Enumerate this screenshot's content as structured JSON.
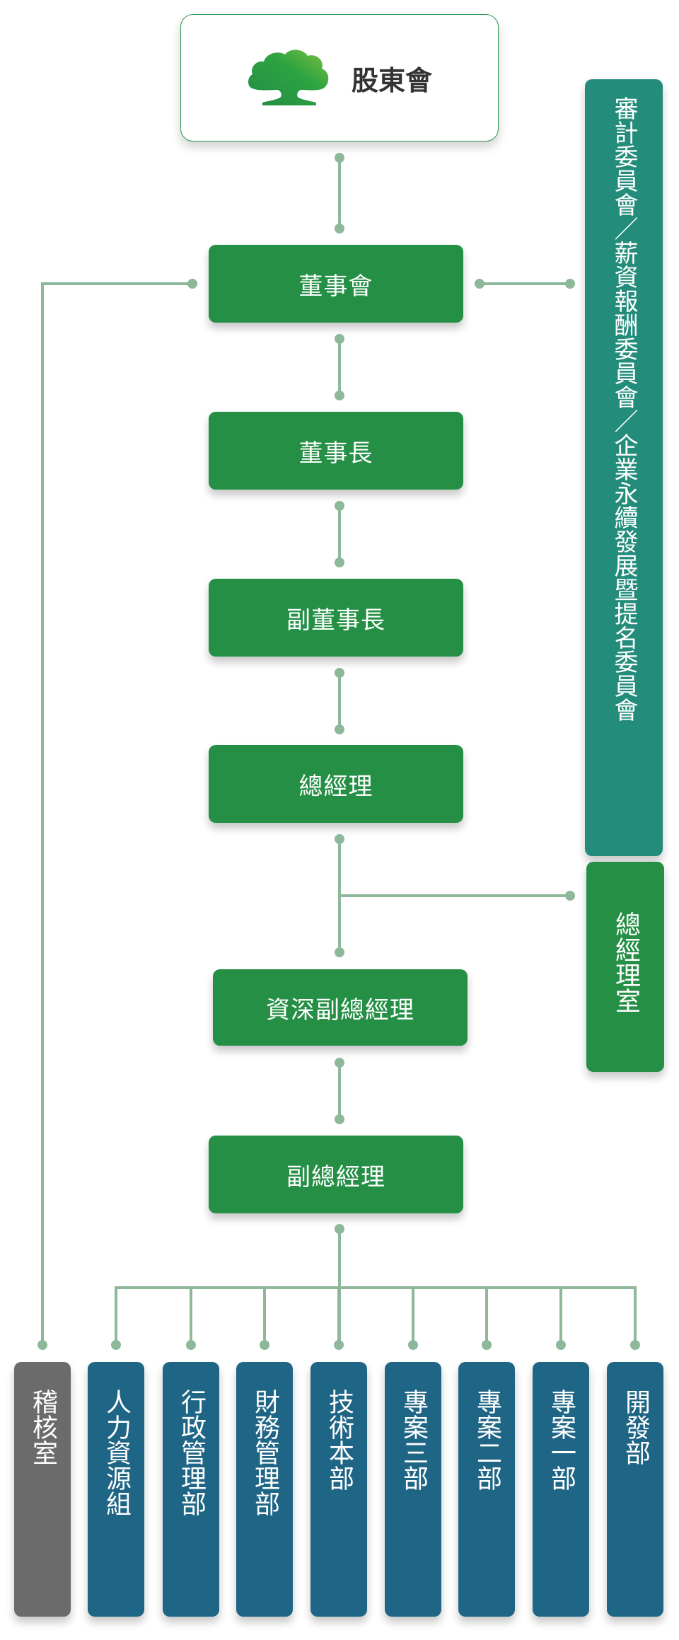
{
  "top": {
    "label": "股東會",
    "logo_icon": "tree-logo-icon"
  },
  "chain": [
    {
      "label": "董事會"
    },
    {
      "label": "董事長"
    },
    {
      "label": "副董事長"
    },
    {
      "label": "總經理"
    },
    {
      "label": "資深副總經理"
    },
    {
      "label": "副總經理"
    }
  ],
  "side": {
    "committees": "審計委員會／薪資報酬委員會／企業永續發展暨提名委員會",
    "gm_office": "總經理室"
  },
  "audit": {
    "label": "稽核室"
  },
  "departments": [
    {
      "label": "人力資源組"
    },
    {
      "label": "行政管理部"
    },
    {
      "label": "財務管理部"
    },
    {
      "label": "技術本部"
    },
    {
      "label": "專案三部"
    },
    {
      "label": "專案二部"
    },
    {
      "label": "專案一部"
    },
    {
      "label": "開發部"
    }
  ],
  "colors": {
    "primary_green": "#248f45",
    "committee_teal": "#238c7b",
    "department_blue": "#1f6586",
    "audit_gray": "#6b6b6b",
    "connector": "#8db89a"
  }
}
